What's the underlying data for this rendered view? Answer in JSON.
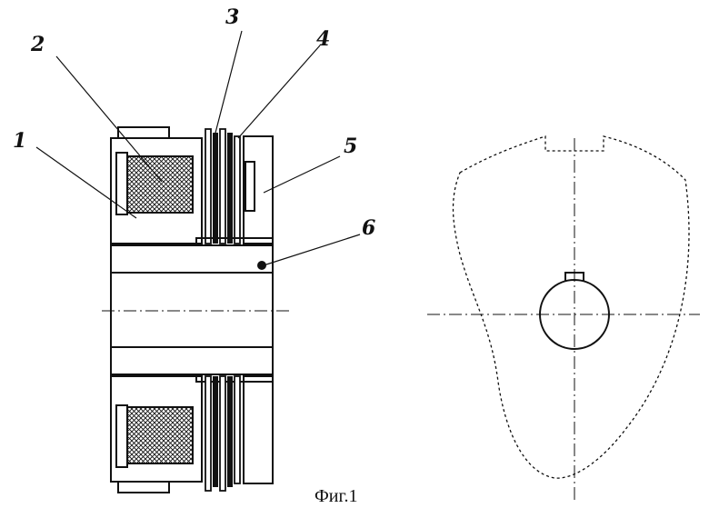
{
  "figure": {
    "caption": "Фиг.1",
    "callouts": [
      "1",
      "2",
      "3",
      "4",
      "5",
      "6"
    ]
  }
}
